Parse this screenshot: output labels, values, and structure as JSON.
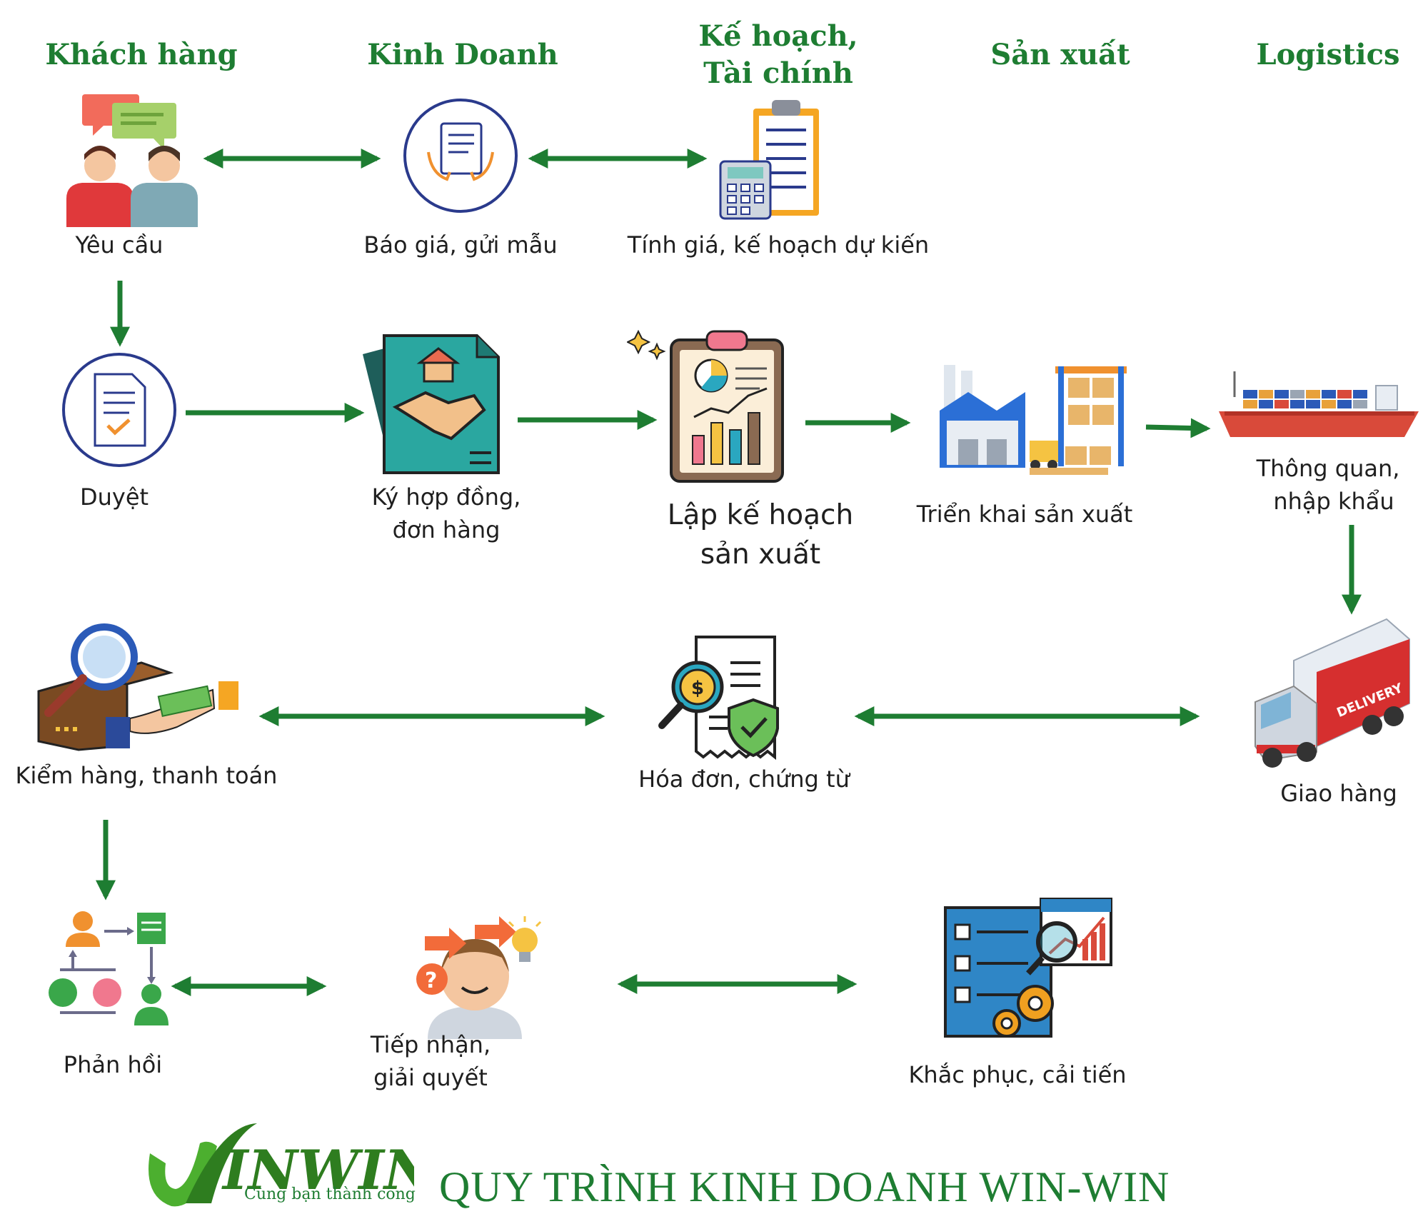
{
  "headers": {
    "customer": "Khách hàng",
    "sales": "Kinh Doanh",
    "planning_line1": "Kế hoạch,",
    "planning_line2": "Tài chính",
    "production": "Sản xuất",
    "logistics": "Logistics"
  },
  "steps": {
    "request": "Yêu cầu",
    "quote": "Báo giá, gửi mẫu",
    "pricing": "Tính giá, kế hoạch dự kiến",
    "approve": "Duyệt",
    "contract_line1": "Ký hợp đồng,",
    "contract_line2": "đơn hàng",
    "plan_line1": "Lập kế hoạch",
    "plan_line2": "sản xuất",
    "produce": "Triển khai sản xuất",
    "customs_line1": "Thông quan,",
    "customs_line2": "nhập khẩu",
    "delivery": "Giao hàng",
    "invoice": "Hóa đơn, chứng từ",
    "inspect": "Kiểm hàng, thanh toán",
    "feedback": "Phản hồi",
    "receive_line1": "Tiếp nhận,",
    "receive_line2": "giải quyết",
    "improve": "Khắc phục, cải tiến"
  },
  "icons": {
    "truck_text": "DELIVERY"
  },
  "brand": {
    "logo_text": "INWIN",
    "tagline": "Cùng bạn thành công",
    "title": "QUY TRÌNH KINH DOANH WIN-WIN"
  },
  "colors": {
    "green": "#1e7d32",
    "navy": "#2a3a8c"
  }
}
